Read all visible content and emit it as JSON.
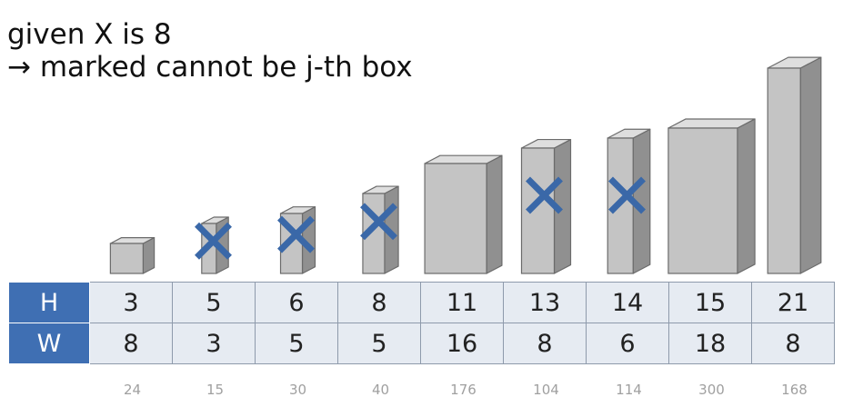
{
  "title": {
    "line1": "given X is 8",
    "line2": "→ marked cannot be j-th box"
  },
  "row_labels": {
    "h": "H",
    "w": "W"
  },
  "boxes": [
    {
      "h": "3",
      "w": "8",
      "product": "24",
      "marked": false
    },
    {
      "h": "5",
      "w": "3",
      "product": "15",
      "marked": true
    },
    {
      "h": "6",
      "w": "5",
      "product": "30",
      "marked": true
    },
    {
      "h": "8",
      "w": "5",
      "product": "40",
      "marked": true
    },
    {
      "h": "11",
      "w": "16",
      "product": "176",
      "marked": false
    },
    {
      "h": "13",
      "w": "8",
      "product": "104",
      "marked": true
    },
    {
      "h": "14",
      "w": "6",
      "product": "114",
      "marked": true
    },
    {
      "h": "15",
      "w": "18",
      "product": "300",
      "marked": false
    },
    {
      "h": "21",
      "w": "8",
      "product": "168",
      "marked": false
    }
  ],
  "colors": {
    "box_front": "#c4c4c4",
    "box_top": "#dedede",
    "box_side": "#909090",
    "box_edge": "#6b6b6b",
    "mark": "#3a68a8",
    "header_bg": "#3f6fb3",
    "cell_bg": "#e6ebf2"
  }
}
